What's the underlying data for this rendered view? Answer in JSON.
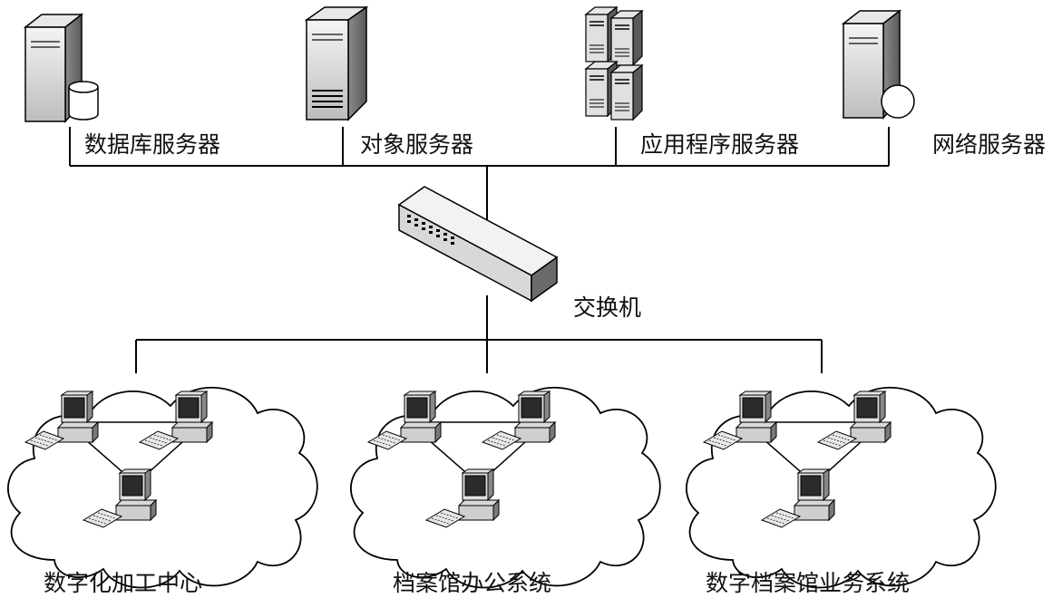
{
  "servers": [
    {
      "label": "数据库服务器",
      "icon": "database-server-icon"
    },
    {
      "label": "对象服务器",
      "icon": "object-server-icon"
    },
    {
      "label": "应用程序服务器",
      "icon": "application-server-cluster-icon"
    },
    {
      "label": "网络服务器",
      "icon": "web-server-icon"
    }
  ],
  "switch": {
    "label": "交换机",
    "icon": "network-switch-icon"
  },
  "networks": [
    {
      "label": "数字化加工中心",
      "icon": "cloud-lan-icon"
    },
    {
      "label": "档案馆办公系统",
      "icon": "cloud-lan-icon"
    },
    {
      "label": "数字档案馆业务系统",
      "icon": "cloud-lan-icon"
    }
  ]
}
